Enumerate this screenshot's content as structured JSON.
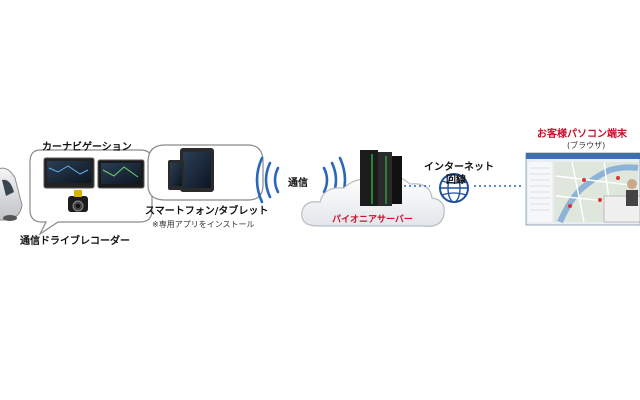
{
  "labels": {
    "car_navigation": "カーナビゲーション",
    "dashcam": "通信ドライブレコーダー",
    "smartphone_tablet": "スマートフォン/タブレット",
    "app_note": "※専用アプリをインストール",
    "communication": "通信",
    "server": "パイオニアサーバー",
    "internet_line1": "インターネット",
    "internet_line2": "回線",
    "customer_pc": "お客様パソコン端末",
    "browser": "(ブラウザ)"
  },
  "colors": {
    "accent_red": "#c8102e",
    "wave_blue": "#2a67b7",
    "globe_blue": "#1f4fa0"
  },
  "icons": [
    "car-icon",
    "car-navigation-device-icon",
    "dashcam-icon",
    "tablet-icon",
    "smartphone-icon",
    "wifi-wave-icon",
    "server-rack-icon",
    "cloud-icon",
    "globe-icon",
    "pc-monitor-icon"
  ]
}
